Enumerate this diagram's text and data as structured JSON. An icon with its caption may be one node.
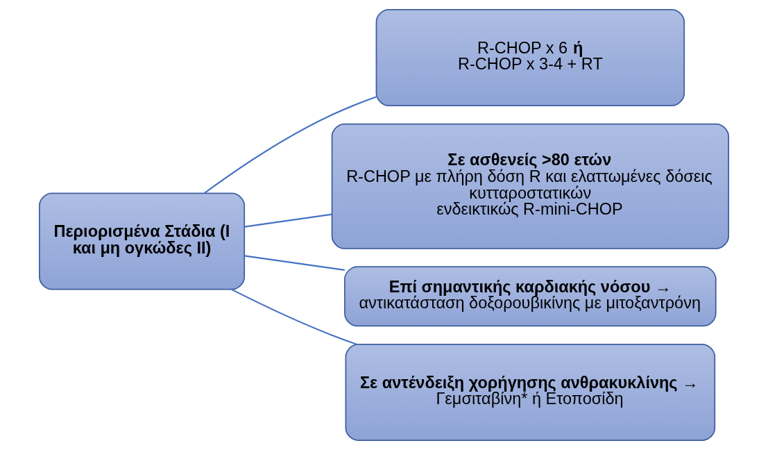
{
  "diagram": {
    "nodes": [
      {
        "text": [
          "Περιορισμένα Στάδια (Ι και μη ογκώδες ΙΙ)"
        ]
      },
      {
        "text": [
          "R-CHOP x 6 **ή**",
          "R-CHOP x 3-4 + RT"
        ]
      },
      {
        "text": [
          "Σε ασθενείς >80 ετών",
          "R-CHOP με πλήρη δόση R και ελαττωμένες δόσεις κυτταροστατικών",
          "ενδεικτικώς R-mini-CHOP"
        ]
      },
      {
        "text": [
          "Επί σημαντικής καρδιακής νόσου →",
          "αντικατάσταση δοξορουβικίνης με μιτοξαντρόνη"
        ]
      },
      {
        "text": [
          "Σε αντένδειξη χορήγησης ανθρακυκλίνης →",
          "Γεμσιταβίνη* ή Ετοποσίδη"
        ]
      }
    ],
    "edges": [
      {
        "from": 0,
        "to": 1,
        "arrow": "none"
      },
      {
        "from": 0,
        "to": 2,
        "arrow": "none"
      },
      {
        "from": 0,
        "to": 3,
        "arrow": "none"
      },
      {
        "from": 0,
        "to": 4,
        "arrow": "none"
      }
    ]
  }
}
